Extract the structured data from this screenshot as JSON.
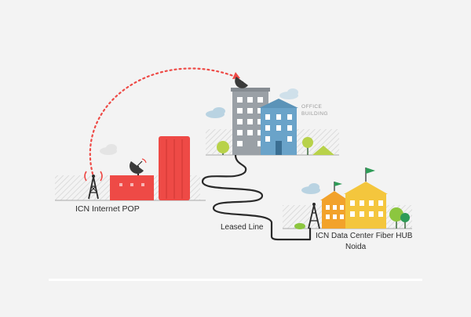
{
  "labels": {
    "internet_pop": "ICN Internet  POP",
    "leased_line": "Leased Line",
    "data_center": "ICN Data Center Fiber HUB",
    "location": "Noida",
    "office_line1": "OFFICE",
    "office_line2": "BUILDING"
  },
  "colors": {
    "background": "#f3f3f3",
    "red": "#ee4a46",
    "gray_building": "#9aa0a6",
    "blue_building": "#6aa3c9",
    "yellow": "#f4c63d",
    "orange": "#f2a22b",
    "green": "#2e9b57",
    "cable": "#2a2a2a",
    "cloud": "#b9d3e2"
  },
  "icons": [
    "radio-tower-icon",
    "satellite-dish-icon",
    "tree-icon",
    "cloud-icon",
    "flag-icon"
  ]
}
